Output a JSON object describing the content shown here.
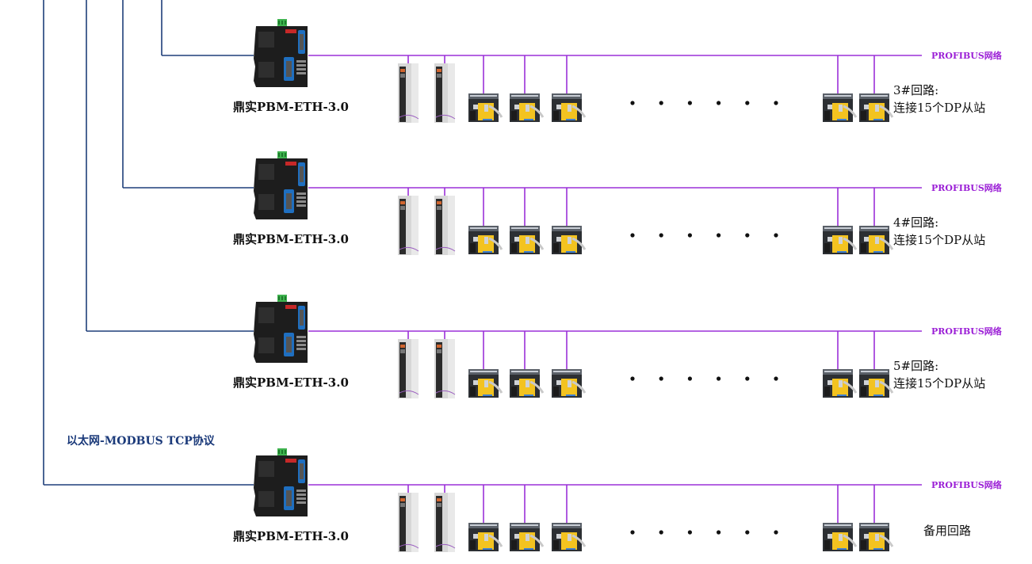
{
  "colors": {
    "ethernet_line": "#1e3f7a",
    "profibus_line": "#9b30d9",
    "profibus_label": "#9b1fd6",
    "text": "#111111"
  },
  "ethernet": {
    "label": "以太网-MODBUS TCP协议"
  },
  "loops": [
    {
      "gateway_label": "鼎实PBM-ETH-3.0",
      "network_label": "PROFIBUS网络",
      "desc_line1": "3#回路:",
      "desc_line2": "连接15个DP从站",
      "devices": [
        "vfd",
        "vfd",
        "motor-protector",
        "motor-protector",
        "motor-protector",
        "ellipsis",
        "motor-protector",
        "motor-protector"
      ]
    },
    {
      "gateway_label": "鼎实PBM-ETH-3.0",
      "network_label": "PROFIBUS网络",
      "desc_line1": "4#回路:",
      "desc_line2": "连接15个DP从站",
      "devices": [
        "vfd",
        "vfd",
        "motor-protector",
        "motor-protector",
        "motor-protector",
        "ellipsis",
        "motor-protector",
        "motor-protector"
      ]
    },
    {
      "gateway_label": "鼎实PBM-ETH-3.0",
      "network_label": "PROFIBUS网络",
      "desc_line1": "5#回路:",
      "desc_line2": "连接15个DP从站",
      "devices": [
        "vfd",
        "vfd",
        "motor-protector",
        "motor-protector",
        "motor-protector",
        "ellipsis",
        "motor-protector",
        "motor-protector"
      ]
    },
    {
      "gateway_label": "鼎实PBM-ETH-3.0",
      "network_label": "PROFIBUS网络",
      "desc_line1": "备用回路",
      "desc_line2": "",
      "devices": [
        "vfd",
        "vfd",
        "motor-protector",
        "motor-protector",
        "motor-protector",
        "ellipsis",
        "motor-protector",
        "motor-protector"
      ]
    }
  ]
}
